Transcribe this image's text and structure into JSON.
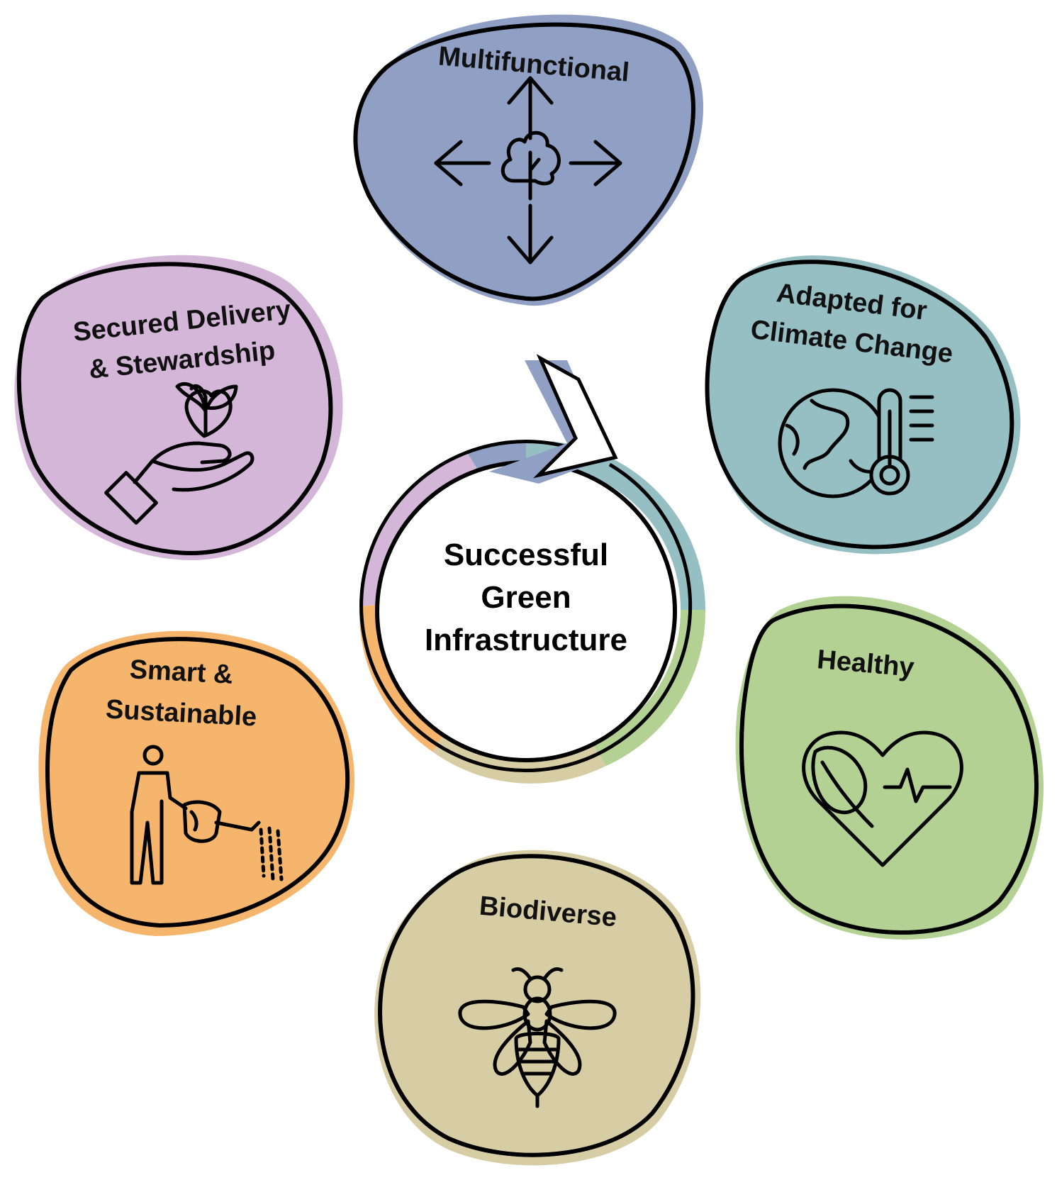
{
  "center": {
    "line1": "Successful",
    "line2": "Green",
    "line3": "Infrastructure"
  },
  "petals": {
    "multifunctional": {
      "label": "Multifunctional",
      "icon": "tree-arrows-icon",
      "color": "#909fc4"
    },
    "adapted": {
      "line1": "Adapted for",
      "line2": "Climate Change",
      "icon": "globe-thermometer-icon",
      "color": "#96bfc3"
    },
    "healthy": {
      "label": "Healthy",
      "icon": "heart-leaf-icon",
      "color": "#b3d193"
    },
    "biodiverse": {
      "label": "Biodiverse",
      "icon": "bee-icon",
      "color": "#d6cda5"
    },
    "smart": {
      "line1": "Smart &",
      "line2": "Sustainable",
      "icon": "watering-can-person-icon",
      "color": "#f5b56d"
    },
    "secured": {
      "line1": "Secured Delivery",
      "line2": "& Stewardship",
      "icon": "hand-seedling-icon",
      "color": "#d4b7d8"
    }
  }
}
